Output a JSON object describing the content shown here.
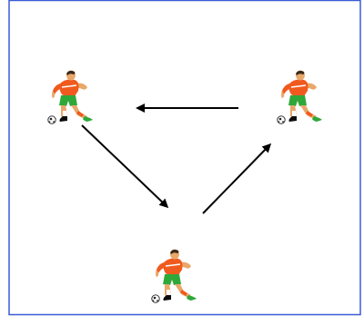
{
  "diagram": {
    "players": [
      {
        "id": "player-left",
        "shirt_color": "#f05a1e",
        "shorts_color": "#2fa83a",
        "skin_color": "#e8a86a"
      },
      {
        "id": "player-right",
        "shirt_color": "#f05a1e",
        "shorts_color": "#2fa83a",
        "skin_color": "#e8a86a"
      },
      {
        "id": "player-bottom",
        "shirt_color": "#f05a1e",
        "shorts_color": "#2fa83a",
        "skin_color": "#e8a86a"
      }
    ],
    "passes": [
      {
        "from": "player-right",
        "to": "player-left"
      },
      {
        "from": "player-left",
        "to": "player-bottom"
      },
      {
        "from": "player-bottom",
        "to": "player-right"
      }
    ],
    "colors": {
      "frame": "#3b5bd6",
      "arrow": "#000000"
    }
  }
}
